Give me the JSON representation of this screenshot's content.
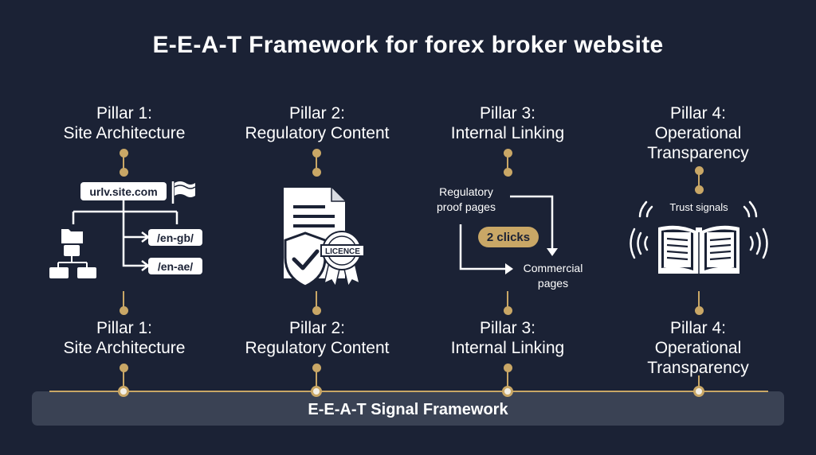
{
  "title": "E-E-A-T Framework for forex broker website",
  "pillars_top": [
    {
      "line1": "Pillar 1:",
      "line2": "Site Architecture"
    },
    {
      "line1": "Pillar 2:",
      "line2": "Regulatory Content"
    },
    {
      "line1": "Pillar 3:",
      "line2": "Internal Linking"
    },
    {
      "line1": "Pillar 4:",
      "line2": "Operational",
      "line3": "Transparency"
    }
  ],
  "pillars_bottom": [
    {
      "line1": "Pillar 1:",
      "line2": "Site Architecture"
    },
    {
      "line1": "Pillar 2:",
      "line2": "Regulatory Content"
    },
    {
      "line1": "Pillar 3:",
      "line2": "Internal Linking"
    },
    {
      "line1": "Pillar 4:",
      "line2": "Operational",
      "line3": "Transparency"
    }
  ],
  "architecture": {
    "domain": "urlv.site.com",
    "path1": "/en-gb/",
    "path2": "/en-ae/"
  },
  "regulatory": {
    "badge": "LICENCE"
  },
  "linking": {
    "source": [
      "Regulatory",
      "proof pages"
    ],
    "clicks": "2 clicks",
    "target": [
      "Commercial",
      "pages"
    ]
  },
  "transparency": {
    "caption": "Trust signals"
  },
  "footer_bar": "E-E-A-T Signal Framework",
  "colors": {
    "background": "#1b2235",
    "accent_gold": "#c9a766",
    "bar": "#3a4254"
  }
}
